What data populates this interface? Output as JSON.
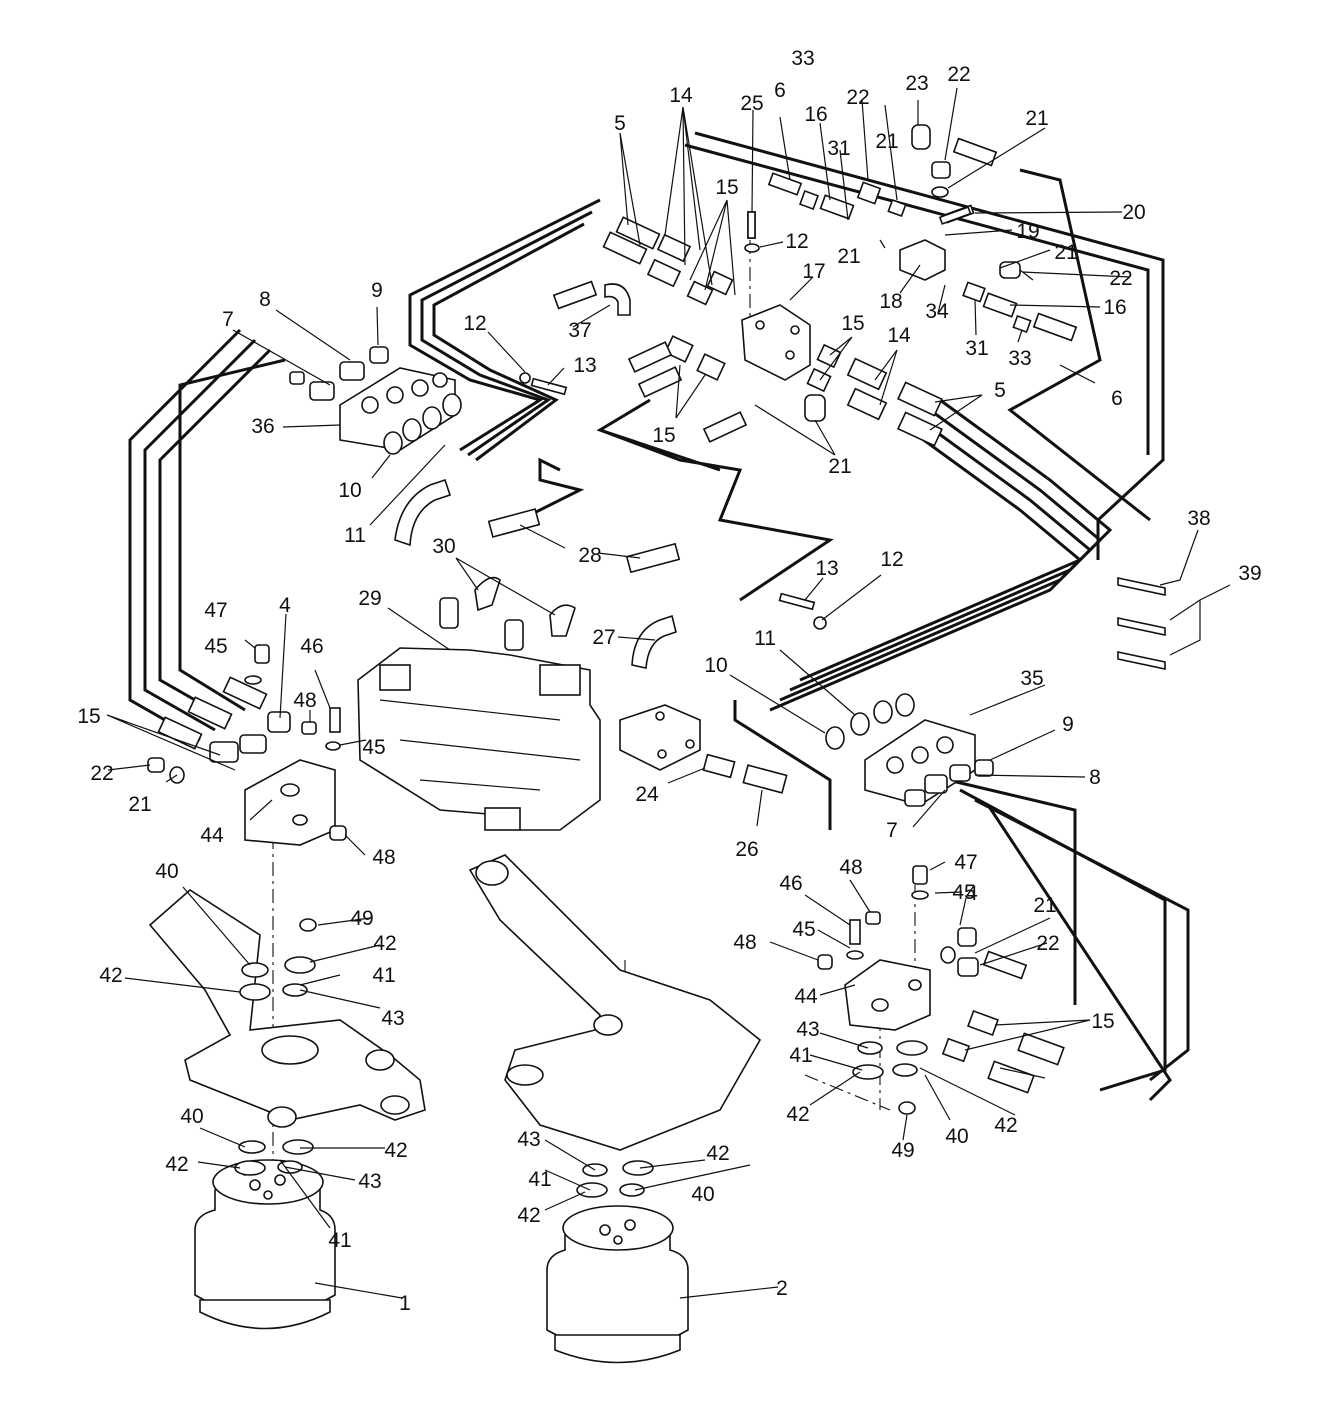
{
  "labels": [
    "1",
    "2",
    "4",
    "5",
    "6",
    "7",
    "8",
    "9",
    "10",
    "11",
    "12",
    "13",
    "14",
    "15",
    "16",
    "17",
    "18",
    "19",
    "20",
    "21",
    "22",
    "23",
    "24",
    "25",
    "26",
    "27",
    "28",
    "29",
    "30",
    "31",
    "33",
    "34",
    "35",
    "36",
    "37",
    "38",
    "39",
    "40",
    "41",
    "42",
    "43",
    "44",
    "45",
    "46",
    "47",
    "48",
    "49"
  ]
}
